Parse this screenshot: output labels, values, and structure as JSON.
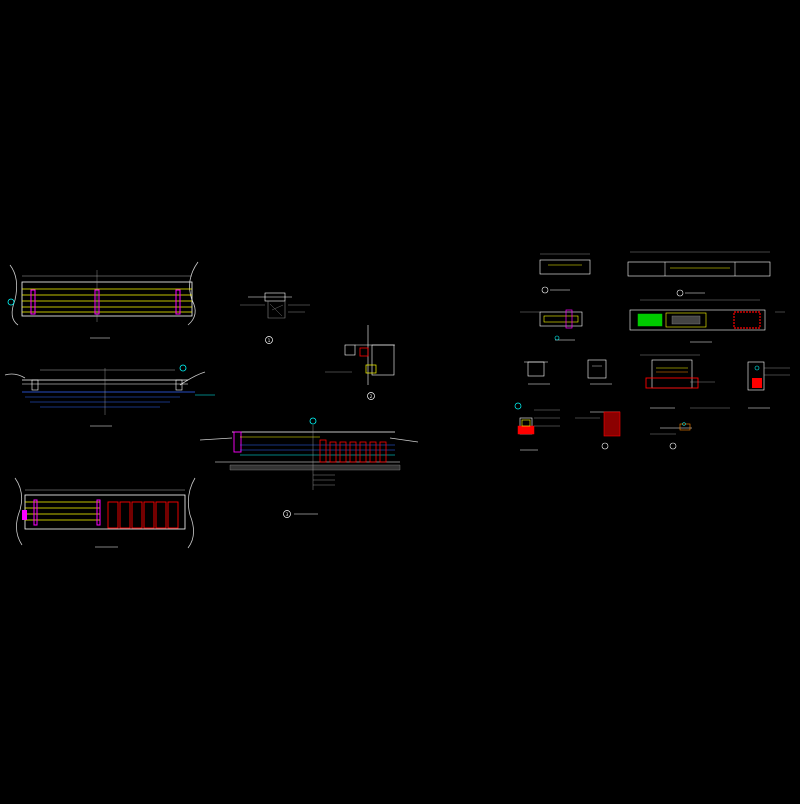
{
  "drawing": {
    "background": "#000000",
    "palette": {
      "white": "#ffffff",
      "yellow": "#ffff00",
      "magenta": "#ff00ff",
      "red": "#ff0000",
      "cyan": "#00ffff",
      "blue": "#3366ff",
      "green": "#00cc00",
      "orange": "#ff8800",
      "grey": "#888888"
    },
    "sheets": [
      "left-views",
      "right-details"
    ],
    "circled_markers": [
      "1",
      "2",
      "3",
      "4",
      "5",
      "6",
      "7"
    ]
  }
}
